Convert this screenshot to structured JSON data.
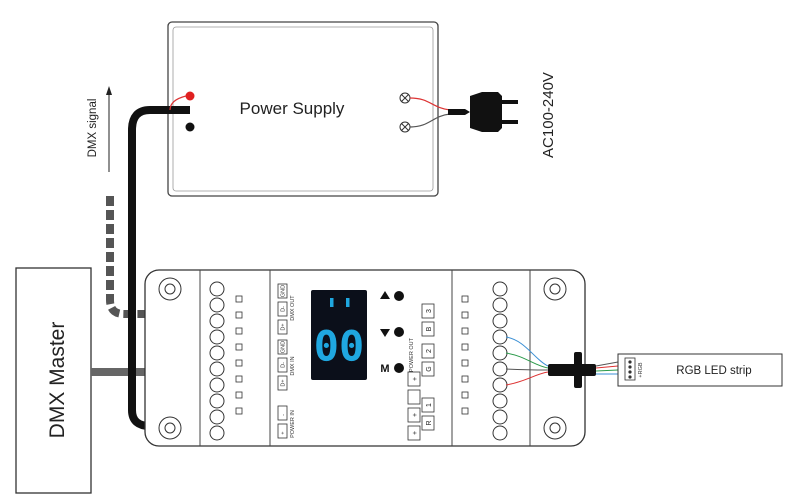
{
  "labels": {
    "power_supply": "Power Supply",
    "ac_input": "AC100-240V",
    "dmx_signal": "DMX signal",
    "dmx_master": "DMX Master",
    "rgb_strip": "RGB LED strip",
    "display_digits": "00",
    "mode_key": "M",
    "power_in": "POWER IN",
    "dmx_in": "DMX IN",
    "dmx_out": "DMX OUT",
    "power_out": "POWER OUT",
    "strip_pins": "+RGB"
  },
  "terminals": {
    "left_top": [
      "GND",
      "D-",
      "D+"
    ],
    "left_mid": [
      "GND",
      "D-",
      "D+"
    ],
    "left_bottom": [
      "-",
      "+"
    ],
    "output_channels": [
      "1",
      "2",
      "3"
    ],
    "output_pins": [
      "R",
      "G",
      "B"
    ],
    "output_plus": "+"
  },
  "colors": {
    "display_bg": "#0b0f1a",
    "display_digit": "#1fa7e0",
    "wire_red": "#d33",
    "wire_blue": "#3a8fd4",
    "wire_green": "#2a9a4a",
    "dmx_cable": "#222222"
  }
}
